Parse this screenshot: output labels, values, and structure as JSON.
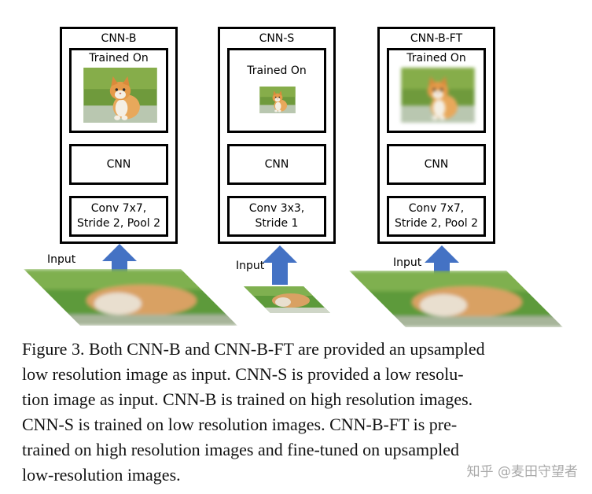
{
  "panels": [
    {
      "title": "CNN-B",
      "trained_label": "Trained On",
      "cnn_label": "CNN",
      "conv_line1": "Conv 7x7,",
      "conv_line2": "Stride 2, Pool 2"
    },
    {
      "title": "CNN-S",
      "trained_label": "Trained On",
      "cnn_label": "CNN",
      "conv_line1": "Conv 3x3,",
      "conv_line2": "Stride 1"
    },
    {
      "title": "CNN-B-FT",
      "trained_label": "Trained On",
      "cnn_label": "CNN",
      "conv_line1": "Conv 7x7,",
      "conv_line2": "Stride 2, Pool 2"
    }
  ],
  "input_label": "Input",
  "arrow_color": "#4472c4",
  "caption_lines": [
    "Figure 3. Both CNN-B and CNN-B-FT are provided an upsampled",
    "low resolution image as input.  CNN-S is provided a low resolu-",
    "tion image as input.  CNN-B is trained on high resolution images.",
    "CNN-S is trained on low resolution images.  CNN-B-FT is pre-",
    "trained on high resolution images and fine-tuned on upsampled",
    "low-resolution images."
  ],
  "watermark": "知乎 @麦田守望者"
}
